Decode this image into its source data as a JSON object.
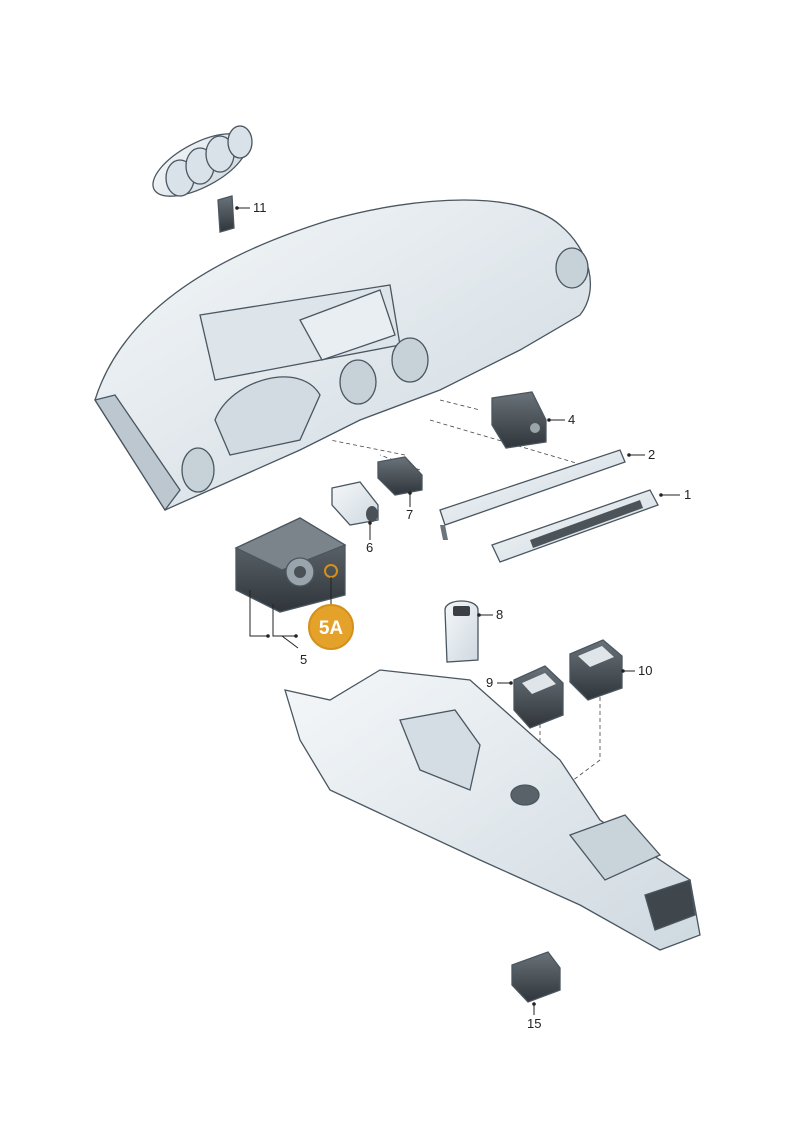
{
  "colors": {
    "part_light": "#e9eff3",
    "part_mid": "#cdd8df",
    "part_dark": "#8e9ba4",
    "switch_dark": "#3c4248",
    "switch_mid": "#5c646b",
    "highlight_badge": "#e4a22b",
    "highlight_ring": "#d4901a"
  },
  "callouts": [
    {
      "id": "1",
      "text": "1"
    },
    {
      "id": "2",
      "text": "2"
    },
    {
      "id": "4",
      "text": "4"
    },
    {
      "id": "5",
      "text": "5"
    },
    {
      "id": "6",
      "text": "6"
    },
    {
      "id": "7",
      "text": "7"
    },
    {
      "id": "8",
      "text": "8"
    },
    {
      "id": "9",
      "text": "9"
    },
    {
      "id": "10",
      "text": "10"
    },
    {
      "id": "11",
      "text": "11"
    },
    {
      "id": "15",
      "text": "15"
    }
  ],
  "highlight": {
    "text": "5A"
  }
}
